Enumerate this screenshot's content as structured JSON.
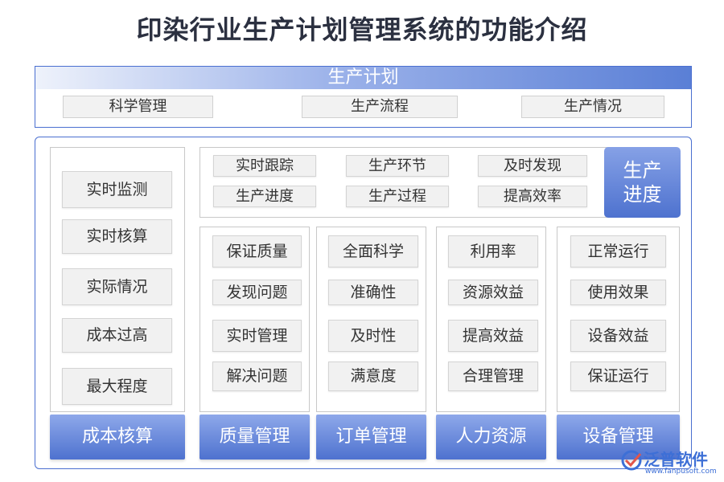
{
  "title": "印染行业生产计划管理系统的功能介绍",
  "plan": {
    "header": "生产计划",
    "items": [
      "科学管理",
      "生产流程",
      "生产情况"
    ]
  },
  "progress": {
    "label_line1": "生产",
    "label_line2": "进度",
    "items": [
      "实时跟踪",
      "生产环节",
      "及时发现",
      "生产进度",
      "生产过程",
      "提高效率"
    ]
  },
  "cost": {
    "label": "成本核算",
    "items": [
      "实时监测",
      "实时核算",
      "实际情况",
      "成本过高",
      "最大程度"
    ]
  },
  "quality": {
    "label": "质量管理",
    "items": [
      "保证质量",
      "发现问题",
      "实时管理",
      "解决问题"
    ]
  },
  "order": {
    "label": "订单管理",
    "items": [
      "全面科学",
      "准确性",
      "及时性",
      "满意度"
    ]
  },
  "hr": {
    "label": "人力资源",
    "items": [
      "利用率",
      "资源效益",
      "提高效益",
      "合理管理"
    ]
  },
  "equipment": {
    "label": "设备管理",
    "items": [
      "正常运行",
      "使用效果",
      "设备效益",
      "保证运行"
    ]
  },
  "logo": {
    "name": "泛普软件",
    "url": "www.fanpusoft.com"
  },
  "colors": {
    "accent": "#4e72cf",
    "chip_bg": "#f1f1f1",
    "border": "#4a6fd0"
  }
}
